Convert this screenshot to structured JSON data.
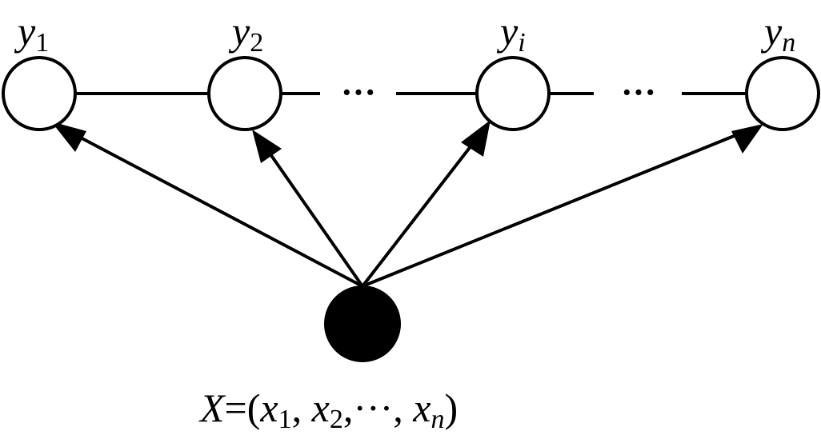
{
  "diagram": {
    "output_nodes": [
      {
        "var": "y",
        "sub": "1",
        "sub_italic": false
      },
      {
        "var": "y",
        "sub": "2",
        "sub_italic": false
      },
      {
        "var": "y",
        "sub": "i",
        "sub_italic": true
      },
      {
        "var": "y",
        "sub": "n",
        "sub_italic": true
      }
    ],
    "ellipsis_between": [
      "2-3",
      "3-4"
    ],
    "ellipsis_text": "···",
    "input_node": {
      "formula": {
        "X": "X",
        "eq_paren": "=(",
        "x1_var": "x",
        "x1_sub": "1",
        "sep1": ", ",
        "x2_var": "x",
        "x2_sub": "2",
        "sep2": ",···, ",
        "xn_var": "x",
        "xn_sub": "n",
        "close": ")"
      }
    },
    "colors": {
      "stroke": "#000000",
      "output_fill": "#ffffff",
      "input_fill": "#000000"
    }
  }
}
